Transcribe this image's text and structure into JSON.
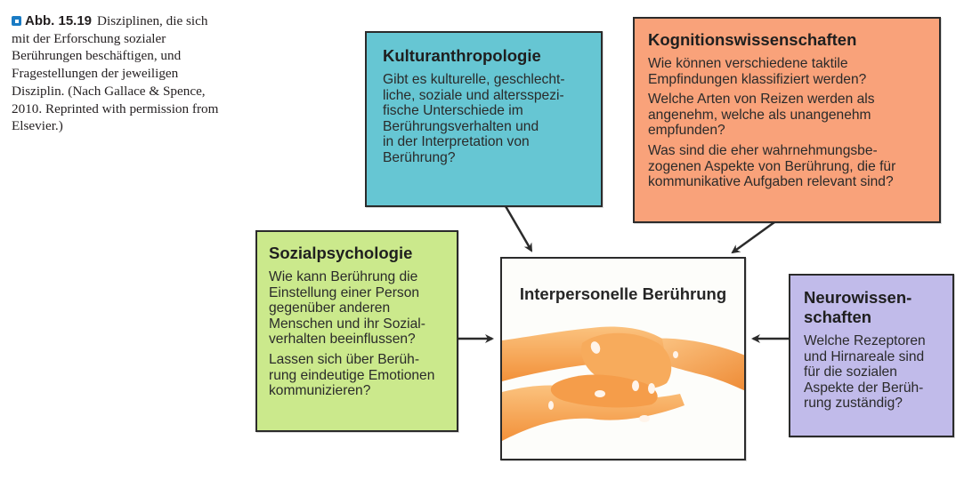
{
  "caption": {
    "label": "Abb. 15.19",
    "text": "Disziplinen, die sich mit der Erforschung sozialer Berührungen beschäftigen, und Fragestellungen der jeweiligen Disziplin. (Nach Gallace & Spence, 2010. Reprinted with permission from Elsevier.)"
  },
  "center": {
    "title": "Interpersonelle Berührung",
    "image": "hands-touching-illustration"
  },
  "disciplines": {
    "kulturanthropologie": {
      "title": "Kulturanthropologie",
      "color": "#66c6d3",
      "questions": [
        "Gibt es kulturelle, geschlecht-\nliche, soziale und altersspezi-\nfische Unterschiede im\nBerührungsverhalten und\nin der Interpretation von\nBerührung?"
      ]
    },
    "kognitionswissenschaften": {
      "title": "Kognitionswissenschaften",
      "color": "#f9a27a",
      "questions": [
        "Wie können verschiedene taktile\nEmpfindungen klassifiziert werden?",
        "Welche Arten von Reizen werden als\nangenehm, welche als unangenehm\nempfunden?",
        "Was sind die eher wahrnehmungsbe-\nzogenen Aspekte von Berührung, die für\nkommunikative Aufgaben relevant sind?"
      ]
    },
    "sozialpsychologie": {
      "title": "Sozialpsychologie",
      "color": "#cbe98c",
      "questions": [
        "Wie kann Berührung die\nEinstellung einer Person\ngegenüber anderen\nMenschen und ihr Sozial-\nverhalten beeinflussen?",
        "Lassen sich über Berüh-\nrung eindeutige Emotionen\nkommunizieren?"
      ]
    },
    "neurowissenschaften": {
      "title": "Neurowissen-\nschaften",
      "color": "#c1bbea",
      "questions": [
        "Welche Rezeptoren\nund Hirnareale sind\nfür die sozialen\nAspekte der Berüh-\nrung zuständig?"
      ]
    }
  },
  "edges": [
    {
      "from": "kulturanthropologie",
      "to": "center"
    },
    {
      "from": "kognitionswissenschaften",
      "to": "center"
    },
    {
      "from": "sozialpsychologie",
      "to": "center"
    },
    {
      "from": "neurowissenschaften",
      "to": "center"
    }
  ]
}
